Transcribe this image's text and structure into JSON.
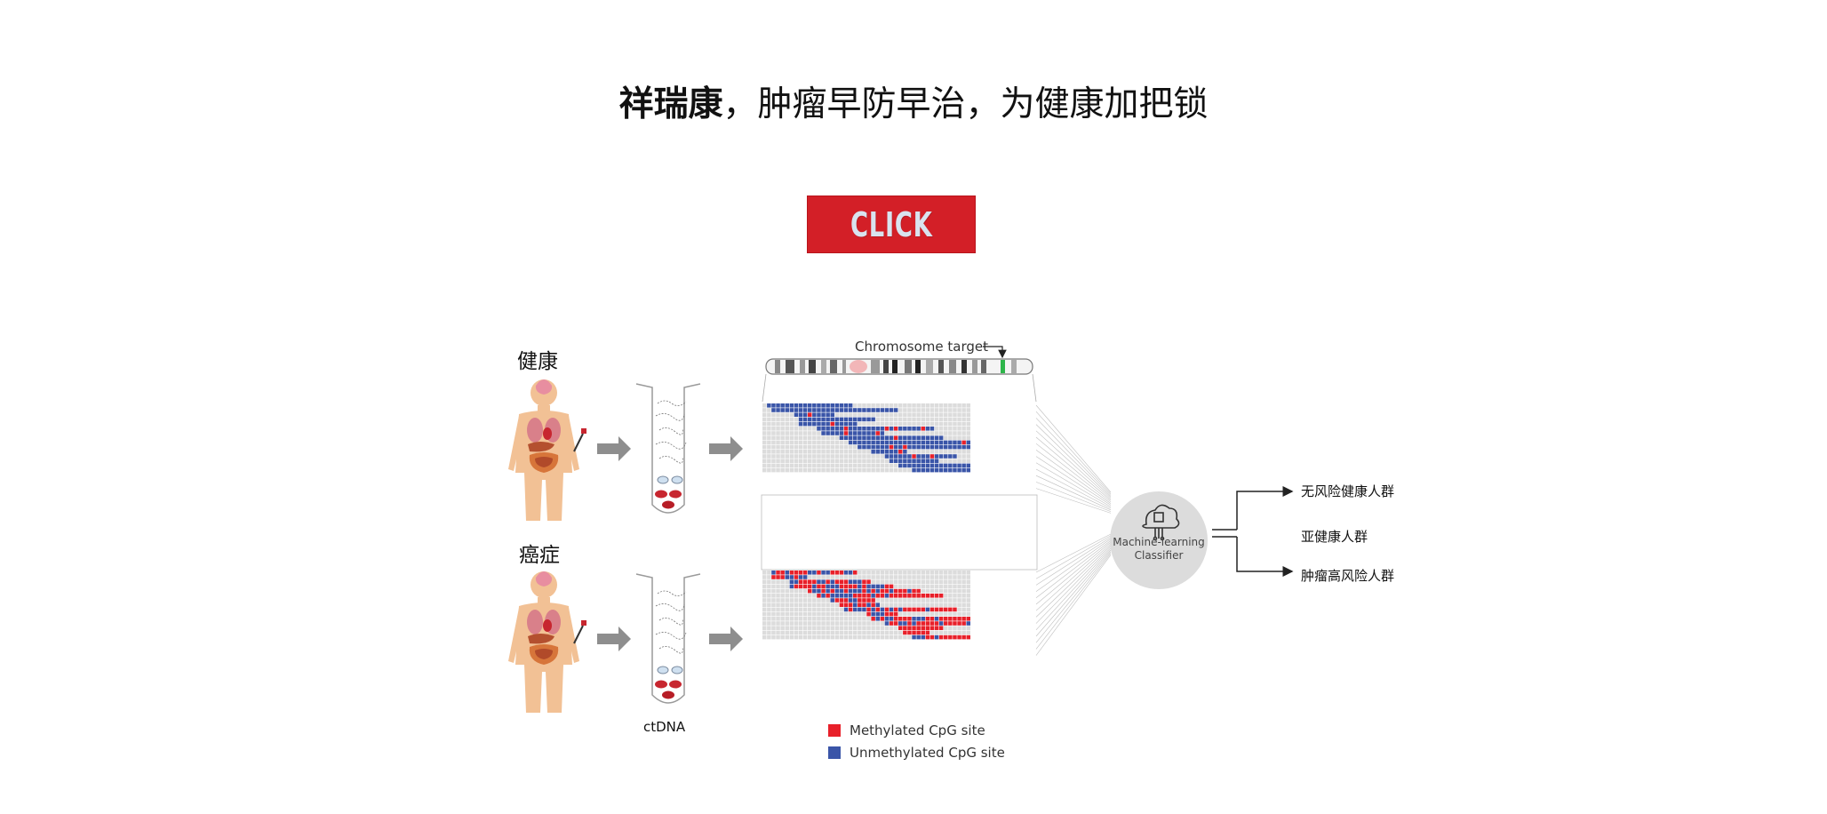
{
  "headline": {
    "brand": "祥瑞康",
    "rest": "，肿瘤早防早治，为健康加把锁"
  },
  "click_button": {
    "label": "CLICK",
    "color": "#d31f27"
  },
  "figure": {
    "group_healthy": "健康",
    "group_cancer": "癌症",
    "tube_label": "ctDNA",
    "chromosome_label": "Chromosome target",
    "classifier_label_line1": "Machine-learning",
    "classifier_label_line2": "Classifier",
    "outcomes": [
      "无风险健康人群",
      "亚健康人群",
      "肿瘤高风险人群"
    ],
    "legend": [
      {
        "label": "Methylated CpG site",
        "color": "#e8202a"
      },
      {
        "label": "Unmethylated CpG site",
        "color": "#3a55a8"
      }
    ],
    "grid_empty_color": "#dcdcdc",
    "icons": [
      "human-body-icon",
      "blood-tube-icon",
      "arrow-right-icon",
      "chromosome-icon",
      "cloud-chip-icon"
    ]
  }
}
